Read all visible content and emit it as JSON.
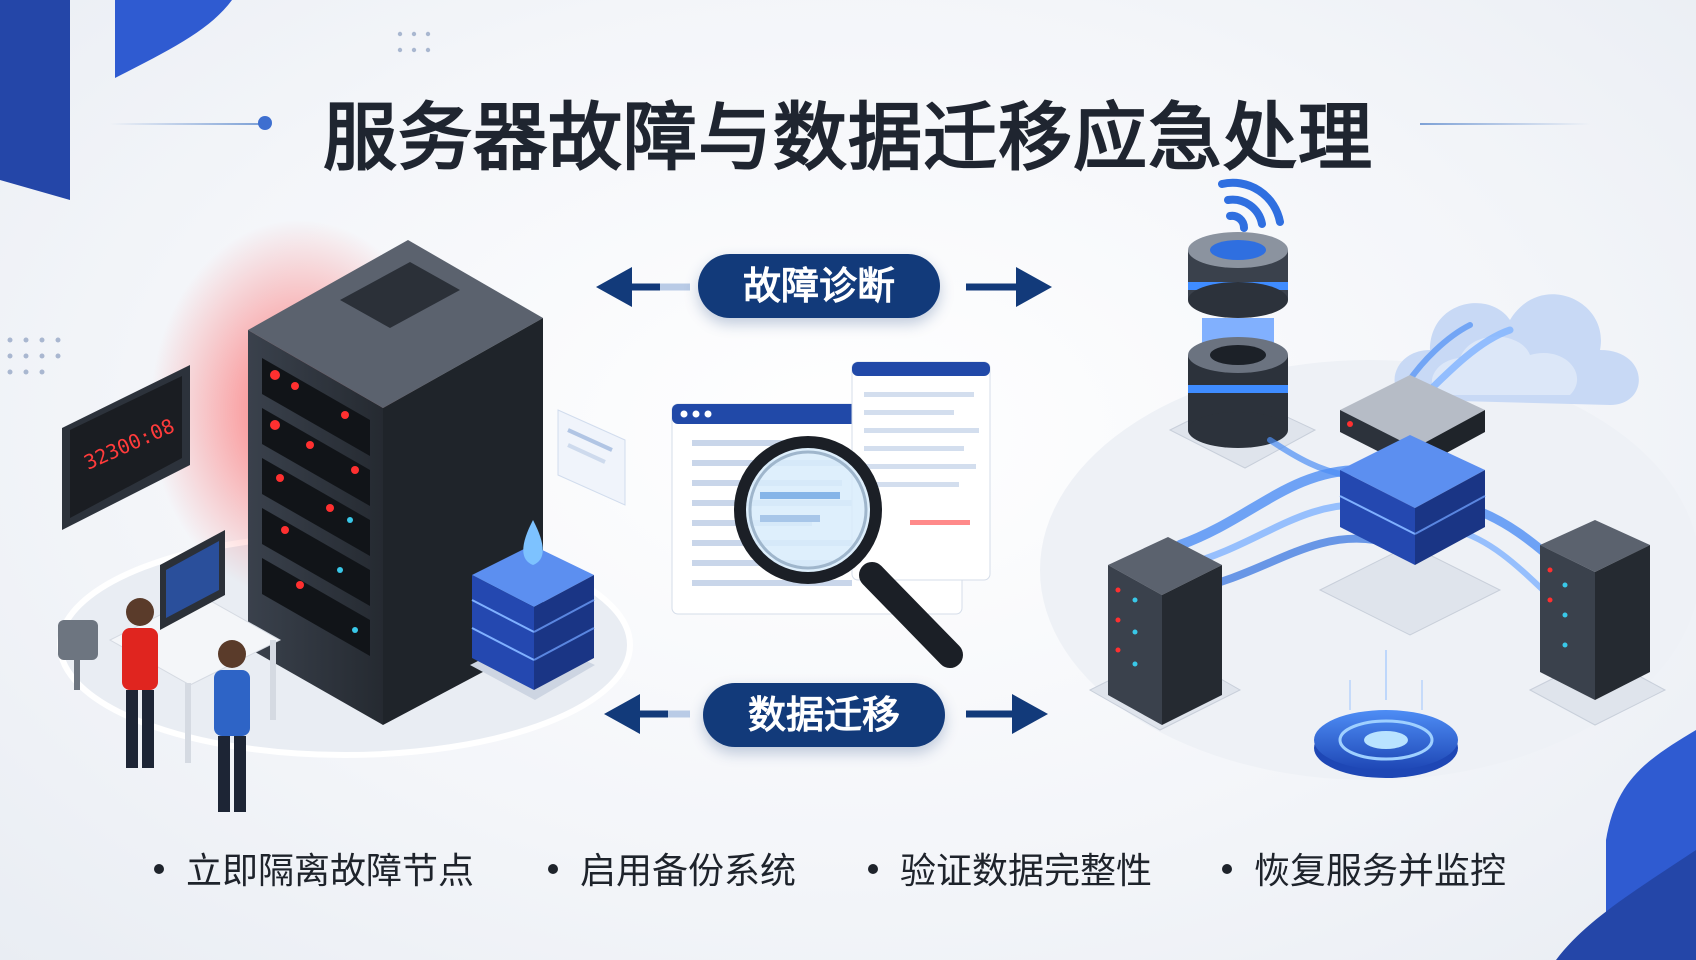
{
  "title": "服务器故障与数据迁移应急处理",
  "labels": {
    "diagnosis": "故障诊断",
    "migration": "数据迁移"
  },
  "monitor_readout": "32300:08",
  "steps": [
    "立即隔离故障节点",
    "启用备份系统",
    "验证数据完整性",
    "恢复服务并监控"
  ],
  "colors": {
    "navy": "#123a7a",
    "alert_red": "#ff2a2a",
    "data_blue": "#2f6fe0",
    "rack_dark": "#2c323b",
    "title_text": "#1f2530"
  },
  "icons": [
    "server-rack-icon",
    "magnifier-icon",
    "cloud-icon",
    "wifi-icon",
    "database-icon",
    "arrow-left-icon",
    "arrow-right-icon"
  ]
}
